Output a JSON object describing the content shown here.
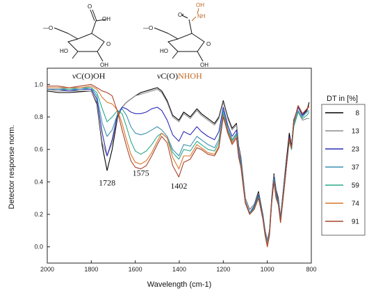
{
  "chart_data": {
    "type": "line",
    "xlabel": "Wavelength (cm-1)",
    "ylabel": "Detector response norm.",
    "xlim": [
      2000,
      800
    ],
    "ylim": [
      -0.1,
      1.1
    ],
    "x_ticks": [
      "2000",
      "1800",
      "1600",
      "1400",
      "1200",
      "1000",
      "800"
    ],
    "y_ticks": [
      "0.0",
      "0.2",
      "0.4",
      "0.6",
      "0.8",
      "1.0"
    ],
    "legend_title": "DT in [%]",
    "legend_position": "right",
    "annotations": [
      {
        "text": "1728",
        "x": 1728,
        "y": 0.43
      },
      {
        "text": "1575",
        "x": 1575,
        "y": 0.49
      },
      {
        "text": "1402",
        "x": 1402,
        "y": 0.41
      }
    ],
    "structure_labels": {
      "left": "νC(O)OH",
      "right_prefix": "νC(O)",
      "right_suffix": "NHOH"
    },
    "structure_atoms": {
      "left": {
        "methoxy": "—O",
        "oh_top": "OH",
        "o_carbonyl": "O",
        "ho_left": "HO",
        "oh_bottom": "OH",
        "o_ring": "O"
      },
      "right": {
        "methoxy": "—O",
        "oh_top": "OH",
        "nh": "NH",
        "o_carbonyl": "O",
        "ho_left": "HO",
        "oh_bottom": "OH",
        "o_ring": "O"
      }
    },
    "series": [
      {
        "name": "8",
        "color": "#000000",
        "x": [
          2000,
          1950,
          1900,
          1850,
          1800,
          1775,
          1750,
          1728,
          1705,
          1680,
          1660,
          1640,
          1620,
          1600,
          1575,
          1550,
          1525,
          1500,
          1480,
          1455,
          1430,
          1402,
          1380,
          1350,
          1320,
          1300,
          1270,
          1240,
          1220,
          1200,
          1180,
          1160,
          1140,
          1130,
          1120,
          1100,
          1080,
          1060,
          1040,
          1020,
          1010,
          1000,
          990,
          980,
          970,
          960,
          950,
          940,
          920,
          900,
          890,
          880,
          860,
          840,
          820,
          810
        ],
        "y": [
          0.96,
          0.95,
          0.95,
          0.955,
          0.96,
          0.88,
          0.62,
          0.47,
          0.6,
          0.8,
          0.86,
          0.89,
          0.91,
          0.93,
          0.95,
          0.96,
          0.97,
          0.98,
          0.96,
          0.9,
          0.81,
          0.78,
          0.83,
          0.8,
          0.85,
          0.82,
          0.79,
          0.76,
          0.8,
          0.9,
          0.8,
          0.73,
          0.76,
          0.62,
          0.55,
          0.3,
          0.23,
          0.26,
          0.34,
          0.2,
          0.1,
          0.04,
          0.1,
          0.3,
          0.45,
          0.35,
          0.3,
          0.18,
          0.45,
          0.7,
          0.62,
          0.78,
          0.86,
          0.81,
          0.84,
          0.89
        ]
      },
      {
        "name": "13",
        "color": "#8c8c8c",
        "x": [
          2000,
          1950,
          1900,
          1850,
          1800,
          1775,
          1750,
          1728,
          1705,
          1680,
          1660,
          1640,
          1620,
          1600,
          1575,
          1550,
          1525,
          1500,
          1480,
          1455,
          1430,
          1402,
          1380,
          1350,
          1320,
          1300,
          1270,
          1240,
          1220,
          1200,
          1180,
          1160,
          1140,
          1130,
          1120,
          1100,
          1080,
          1060,
          1040,
          1020,
          1010,
          1000,
          990,
          980,
          970,
          960,
          950,
          940,
          920,
          900,
          890,
          880,
          860,
          840,
          820,
          810
        ],
        "y": [
          0.97,
          0.96,
          0.96,
          0.96,
          0.96,
          0.89,
          0.64,
          0.56,
          0.64,
          0.81,
          0.86,
          0.89,
          0.91,
          0.93,
          0.94,
          0.95,
          0.96,
          0.97,
          0.95,
          0.89,
          0.8,
          0.77,
          0.82,
          0.79,
          0.84,
          0.81,
          0.78,
          0.75,
          0.79,
          0.89,
          0.79,
          0.72,
          0.75,
          0.61,
          0.54,
          0.3,
          0.23,
          0.26,
          0.33,
          0.2,
          0.1,
          0.04,
          0.1,
          0.3,
          0.44,
          0.34,
          0.29,
          0.18,
          0.44,
          0.66,
          0.6,
          0.74,
          0.83,
          0.78,
          0.79,
          0.79
        ]
      },
      {
        "name": "23",
        "color": "#2b2bb5",
        "x": [
          2000,
          1950,
          1900,
          1850,
          1800,
          1775,
          1750,
          1728,
          1705,
          1680,
          1660,
          1640,
          1620,
          1600,
          1575,
          1550,
          1525,
          1500,
          1480,
          1455,
          1430,
          1402,
          1380,
          1350,
          1320,
          1300,
          1270,
          1240,
          1220,
          1200,
          1180,
          1160,
          1140,
          1130,
          1120,
          1100,
          1080,
          1060,
          1040,
          1020,
          1010,
          1000,
          990,
          980,
          970,
          960,
          950,
          940,
          920,
          900,
          890,
          880,
          860,
          840,
          820,
          810
        ],
        "y": [
          0.97,
          0.97,
          0.96,
          0.97,
          0.97,
          0.91,
          0.7,
          0.56,
          0.66,
          0.82,
          0.86,
          0.85,
          0.83,
          0.82,
          0.82,
          0.83,
          0.85,
          0.86,
          0.84,
          0.78,
          0.69,
          0.65,
          0.71,
          0.69,
          0.74,
          0.71,
          0.68,
          0.66,
          0.71,
          0.86,
          0.75,
          0.68,
          0.72,
          0.58,
          0.52,
          0.28,
          0.21,
          0.25,
          0.32,
          0.19,
          0.09,
          0.02,
          0.09,
          0.29,
          0.43,
          0.33,
          0.28,
          0.17,
          0.43,
          0.68,
          0.62,
          0.77,
          0.86,
          0.81,
          0.85,
          0.86
        ]
      },
      {
        "name": "37",
        "color": "#3a8fb0",
        "x": [
          2000,
          1950,
          1900,
          1850,
          1800,
          1775,
          1750,
          1728,
          1705,
          1680,
          1660,
          1640,
          1620,
          1600,
          1575,
          1550,
          1525,
          1500,
          1480,
          1455,
          1430,
          1402,
          1380,
          1350,
          1320,
          1300,
          1270,
          1240,
          1220,
          1200,
          1180,
          1160,
          1140,
          1130,
          1120,
          1100,
          1080,
          1060,
          1040,
          1020,
          1010,
          1000,
          990,
          980,
          970,
          960,
          950,
          940,
          920,
          900,
          890,
          880,
          860,
          840,
          820,
          810
        ],
        "y": [
          0.97,
          0.97,
          0.97,
          0.97,
          0.98,
          0.93,
          0.76,
          0.68,
          0.72,
          0.82,
          0.85,
          0.81,
          0.74,
          0.7,
          0.69,
          0.7,
          0.72,
          0.74,
          0.72,
          0.68,
          0.6,
          0.56,
          0.63,
          0.62,
          0.68,
          0.66,
          0.63,
          0.61,
          0.66,
          0.84,
          0.73,
          0.66,
          0.7,
          0.57,
          0.51,
          0.28,
          0.21,
          0.24,
          0.31,
          0.18,
          0.08,
          0.02,
          0.08,
          0.28,
          0.42,
          0.32,
          0.27,
          0.16,
          0.42,
          0.66,
          0.6,
          0.75,
          0.84,
          0.8,
          0.83,
          0.84
        ]
      },
      {
        "name": "59",
        "color": "#2aa88a",
        "x": [
          2000,
          1950,
          1900,
          1850,
          1800,
          1775,
          1750,
          1728,
          1705,
          1680,
          1660,
          1640,
          1620,
          1600,
          1575,
          1550,
          1525,
          1500,
          1480,
          1455,
          1430,
          1402,
          1380,
          1350,
          1320,
          1300,
          1270,
          1240,
          1220,
          1200,
          1180,
          1160,
          1140,
          1130,
          1120,
          1100,
          1080,
          1060,
          1040,
          1020,
          1010,
          1000,
          990,
          980,
          970,
          960,
          950,
          940,
          920,
          900,
          890,
          880,
          860,
          840,
          820,
          810
        ],
        "y": [
          0.98,
          0.98,
          0.97,
          0.98,
          0.98,
          0.95,
          0.85,
          0.77,
          0.8,
          0.84,
          0.82,
          0.74,
          0.65,
          0.59,
          0.57,
          0.59,
          0.63,
          0.68,
          0.7,
          0.67,
          0.58,
          0.54,
          0.6,
          0.59,
          0.65,
          0.63,
          0.6,
          0.59,
          0.64,
          0.82,
          0.72,
          0.65,
          0.69,
          0.56,
          0.5,
          0.27,
          0.2,
          0.24,
          0.31,
          0.18,
          0.08,
          0.01,
          0.08,
          0.28,
          0.41,
          0.31,
          0.27,
          0.16,
          0.41,
          0.65,
          0.6,
          0.74,
          0.83,
          0.79,
          0.81,
          0.83
        ]
      },
      {
        "name": "74",
        "color": "#d9772a",
        "x": [
          2000,
          1950,
          1900,
          1850,
          1800,
          1775,
          1750,
          1728,
          1705,
          1680,
          1660,
          1640,
          1620,
          1600,
          1575,
          1550,
          1525,
          1500,
          1480,
          1455,
          1430,
          1402,
          1380,
          1350,
          1320,
          1300,
          1270,
          1240,
          1220,
          1200,
          1180,
          1160,
          1140,
          1130,
          1120,
          1100,
          1080,
          1060,
          1040,
          1020,
          1010,
          1000,
          990,
          980,
          970,
          960,
          950,
          940,
          920,
          900,
          890,
          880,
          860,
          840,
          820,
          810
        ],
        "y": [
          0.98,
          0.98,
          0.98,
          0.98,
          0.99,
          0.97,
          0.92,
          0.89,
          0.88,
          0.84,
          0.76,
          0.66,
          0.57,
          0.52,
          0.51,
          0.53,
          0.58,
          0.65,
          0.7,
          0.67,
          0.55,
          0.48,
          0.56,
          0.56,
          0.63,
          0.61,
          0.58,
          0.57,
          0.62,
          0.81,
          0.71,
          0.64,
          0.68,
          0.55,
          0.49,
          0.27,
          0.2,
          0.23,
          0.3,
          0.17,
          0.07,
          0.01,
          0.07,
          0.27,
          0.4,
          0.3,
          0.26,
          0.15,
          0.4,
          0.67,
          0.61,
          0.77,
          0.87,
          0.82,
          0.85,
          0.86
        ]
      },
      {
        "name": "91",
        "color": "#a8402a",
        "x": [
          2000,
          1950,
          1900,
          1850,
          1800,
          1775,
          1750,
          1728,
          1705,
          1680,
          1660,
          1640,
          1620,
          1600,
          1575,
          1550,
          1525,
          1500,
          1480,
          1455,
          1430,
          1402,
          1380,
          1350,
          1320,
          1300,
          1270,
          1240,
          1220,
          1200,
          1180,
          1160,
          1140,
          1130,
          1120,
          1100,
          1080,
          1060,
          1040,
          1020,
          1010,
          1000,
          990,
          980,
          970,
          960,
          950,
          940,
          920,
          900,
          890,
          880,
          860,
          840,
          820,
          810
        ],
        "y": [
          0.99,
          0.99,
          0.98,
          0.99,
          1.0,
          0.98,
          0.96,
          0.95,
          0.93,
          0.83,
          0.72,
          0.62,
          0.53,
          0.49,
          0.48,
          0.5,
          0.56,
          0.63,
          0.68,
          0.64,
          0.5,
          0.43,
          0.52,
          0.54,
          0.61,
          0.6,
          0.57,
          0.56,
          0.61,
          0.8,
          0.7,
          0.63,
          0.67,
          0.55,
          0.49,
          0.27,
          0.2,
          0.23,
          0.3,
          0.17,
          0.07,
          0.0,
          0.07,
          0.27,
          0.4,
          0.3,
          0.26,
          0.15,
          0.4,
          0.67,
          0.61,
          0.77,
          0.87,
          0.82,
          0.85,
          0.87
        ]
      }
    ]
  }
}
